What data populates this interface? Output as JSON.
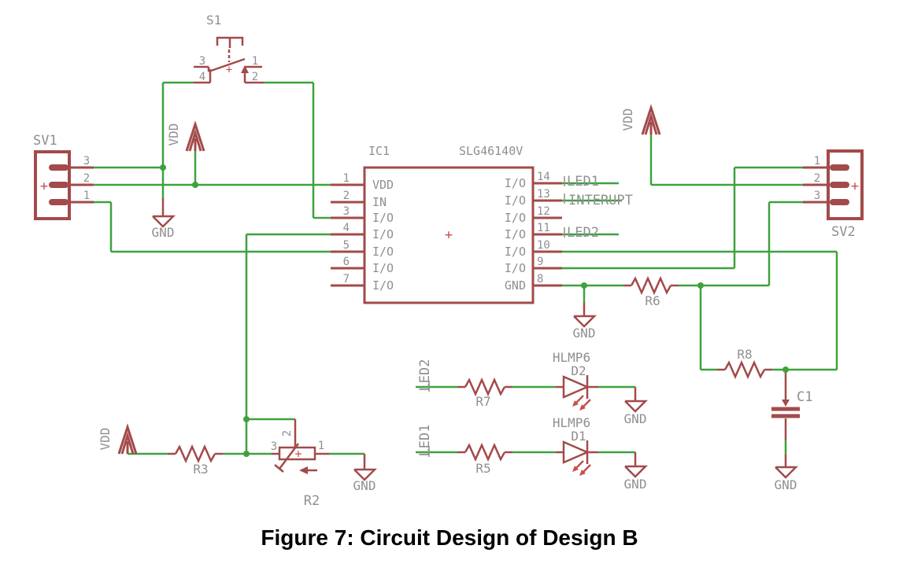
{
  "figure": {
    "caption": "Figure 7: Circuit Design of Design B"
  },
  "nets": {
    "vdd": "VDD",
    "gnd": "GND",
    "led1": "LED1",
    "led2": "LED2",
    "interrupt_label": "INTERUPT"
  },
  "connectors": {
    "sv1": {
      "designator": "SV1",
      "pin_numbers": [
        "3",
        "2",
        "1"
      ],
      "polarity_mark": "+"
    },
    "sv2": {
      "designator": "SV2",
      "pin_numbers": [
        "1",
        "2",
        "3"
      ],
      "polarity_mark": "+"
    }
  },
  "switch": {
    "designator": "S1",
    "pin_top_left": "3",
    "pin_top_right": "1",
    "pin_bottom_left": "4",
    "pin_bottom_right": "2",
    "origin_mark": "+"
  },
  "ic": {
    "designator": "IC1",
    "part_number": "SLG46140V",
    "origin_mark": "+",
    "left_pins": [
      {
        "num": "1",
        "label": "VDD"
      },
      {
        "num": "2",
        "label": "IN"
      },
      {
        "num": "3",
        "label": "I/O"
      },
      {
        "num": "4",
        "label": "I/O"
      },
      {
        "num": "5",
        "label": "I/O"
      },
      {
        "num": "6",
        "label": "I/O"
      },
      {
        "num": "7",
        "label": "I/O"
      }
    ],
    "right_pins": [
      {
        "num": "14",
        "label": "I/O"
      },
      {
        "num": "13",
        "label": "I/O"
      },
      {
        "num": "12",
        "label": "I/O"
      },
      {
        "num": "11",
        "label": "I/O"
      },
      {
        "num": "10",
        "label": "I/O"
      },
      {
        "num": "9",
        "label": "I/O"
      },
      {
        "num": "8",
        "label": "GND"
      }
    ]
  },
  "resistors": {
    "r3": {
      "designator": "R3"
    },
    "r5": {
      "designator": "R5"
    },
    "r6": {
      "designator": "R6"
    },
    "r7": {
      "designator": "R7"
    },
    "r8": {
      "designator": "R8"
    }
  },
  "potentiometer": {
    "designator": "R2",
    "pin_left": "3",
    "pin_top": "2",
    "pin_right": "1",
    "origin_mark": "+"
  },
  "capacitor": {
    "c1": {
      "designator": "C1"
    }
  },
  "leds": {
    "d1": {
      "designator": "D1",
      "part_number": "HLMP6"
    },
    "d2": {
      "designator": "D2",
      "part_number": "HLMP6"
    }
  },
  "colors": {
    "wire_green": "#3da23d",
    "symbol_maroon": "#a34a4a",
    "accent_red": "#c35050",
    "label_gray": "#8f8f8f",
    "caption_black": "#000000"
  }
}
